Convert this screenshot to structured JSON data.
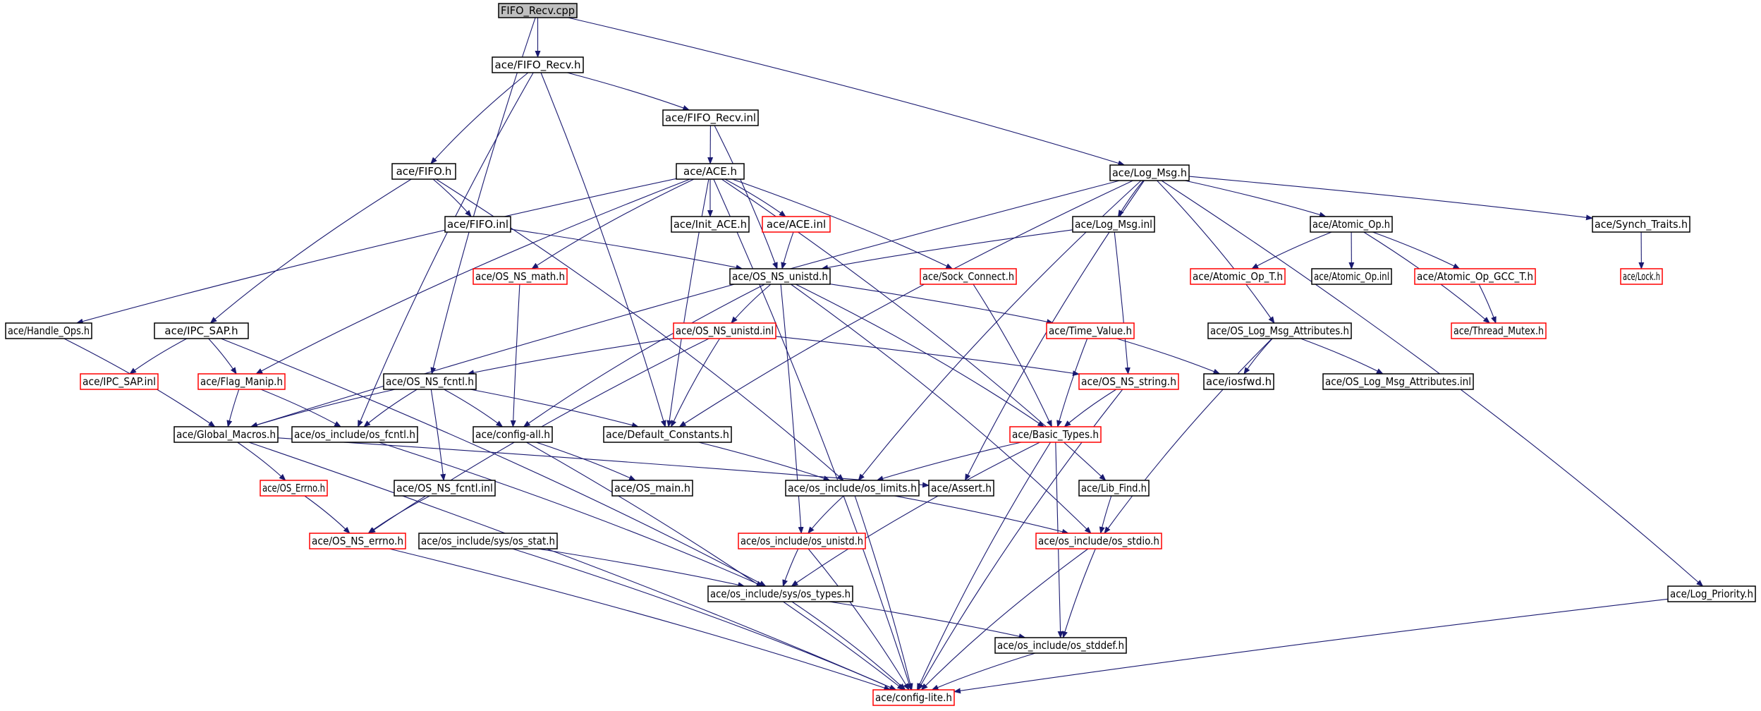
{
  "colors": {
    "root_fill": "#bfbfbf",
    "normal_border": "#000000",
    "external_border": "#ff0000",
    "edge": "#191970"
  },
  "nodes": [
    {
      "id": "n0",
      "label": "FIFO_Recv.cpp",
      "kind": "root"
    },
    {
      "id": "n1",
      "label": "ace/FIFO_Recv.h",
      "kind": "normal"
    },
    {
      "id": "n2",
      "label": "ace/FIFO_Recv.inl",
      "kind": "normal"
    },
    {
      "id": "n3",
      "label": "ace/FIFO.h",
      "kind": "normal"
    },
    {
      "id": "n4",
      "label": "ace/ACE.h",
      "kind": "normal"
    },
    {
      "id": "n5",
      "label": "ace/Log_Msg.h",
      "kind": "normal"
    },
    {
      "id": "n6",
      "label": "ace/FIFO.inl",
      "kind": "normal"
    },
    {
      "id": "n7",
      "label": "ace/Init_ACE.h",
      "kind": "normal"
    },
    {
      "id": "n8",
      "label": "ace/ACE.inl",
      "kind": "external"
    },
    {
      "id": "n9",
      "label": "ace/Log_Msg.inl",
      "kind": "normal"
    },
    {
      "id": "n10",
      "label": "ace/Atomic_Op.h",
      "kind": "normal"
    },
    {
      "id": "n11",
      "label": "ace/Synch_Traits.h",
      "kind": "normal"
    },
    {
      "id": "n12",
      "label": "ace/OS_NS_math.h",
      "kind": "external"
    },
    {
      "id": "n13",
      "label": "ace/OS_NS_unistd.h",
      "kind": "normal"
    },
    {
      "id": "n14",
      "label": "ace/Sock_Connect.h",
      "kind": "external"
    },
    {
      "id": "n15",
      "label": "ace/Atomic_Op_T.h",
      "kind": "external"
    },
    {
      "id": "n16",
      "label": "ace/Atomic_Op.inl",
      "kind": "normal"
    },
    {
      "id": "n17",
      "label": "ace/Atomic_Op_GCC_T.h",
      "kind": "external"
    },
    {
      "id": "n18",
      "label": "ace/Lock.h",
      "kind": "external"
    },
    {
      "id": "n19",
      "label": "ace/Handle_Ops.h",
      "kind": "normal"
    },
    {
      "id": "n20",
      "label": "ace/IPC_SAP.h",
      "kind": "normal"
    },
    {
      "id": "n21",
      "label": "ace/OS_NS_unistd.inl",
      "kind": "external"
    },
    {
      "id": "n22",
      "label": "ace/Time_Value.h",
      "kind": "external"
    },
    {
      "id": "n23",
      "label": "ace/OS_Log_Msg_Attributes.h",
      "kind": "normal"
    },
    {
      "id": "n24",
      "label": "ace/Thread_Mutex.h",
      "kind": "external"
    },
    {
      "id": "n25",
      "label": "ace/IPC_SAP.inl",
      "kind": "external"
    },
    {
      "id": "n26",
      "label": "ace/Flag_Manip.h",
      "kind": "external"
    },
    {
      "id": "n27",
      "label": "ace/OS_NS_fcntl.h",
      "kind": "normal"
    },
    {
      "id": "n28",
      "label": "ace/OS_NS_string.h",
      "kind": "external"
    },
    {
      "id": "n29",
      "label": "ace/iosfwd.h",
      "kind": "normal"
    },
    {
      "id": "n30",
      "label": "ace/OS_Log_Msg_Attributes.inl",
      "kind": "normal"
    },
    {
      "id": "n31",
      "label": "ace/Global_Macros.h",
      "kind": "normal"
    },
    {
      "id": "n32",
      "label": "ace/os_include/os_fcntl.h",
      "kind": "normal"
    },
    {
      "id": "n33",
      "label": "ace/config-all.h",
      "kind": "normal"
    },
    {
      "id": "n34",
      "label": "ace/Default_Constants.h",
      "kind": "normal"
    },
    {
      "id": "n35",
      "label": "ace/Basic_Types.h",
      "kind": "external"
    },
    {
      "id": "n36",
      "label": "ace/OS_Errno.h",
      "kind": "external"
    },
    {
      "id": "n37",
      "label": "ace/OS_NS_fcntl.inl",
      "kind": "normal"
    },
    {
      "id": "n38",
      "label": "ace/OS_main.h",
      "kind": "normal"
    },
    {
      "id": "n39",
      "label": "ace/os_include/os_limits.h",
      "kind": "normal"
    },
    {
      "id": "n40",
      "label": "ace/Assert.h",
      "kind": "normal"
    },
    {
      "id": "n41",
      "label": "ace/Lib_Find.h",
      "kind": "normal"
    },
    {
      "id": "n42",
      "label": "ace/OS_NS_errno.h",
      "kind": "external"
    },
    {
      "id": "n43",
      "label": "ace/os_include/sys/os_stat.h",
      "kind": "normal"
    },
    {
      "id": "n44",
      "label": "ace/os_include/os_unistd.h",
      "kind": "external"
    },
    {
      "id": "n45",
      "label": "ace/os_include/os_stdio.h",
      "kind": "external"
    },
    {
      "id": "n46",
      "label": "ace/os_include/sys/os_types.h",
      "kind": "normal"
    },
    {
      "id": "n47",
      "label": "ace/Log_Priority.h",
      "kind": "normal"
    },
    {
      "id": "n48",
      "label": "ace/os_include/os_stddef.h",
      "kind": "normal"
    },
    {
      "id": "n49",
      "label": "ace/config-lite.h",
      "kind": "external"
    }
  ],
  "edges": [
    [
      "n0",
      "n1"
    ],
    [
      "n0",
      "n5"
    ],
    [
      "n0",
      "n27"
    ],
    [
      "n1",
      "n2"
    ],
    [
      "n1",
      "n3"
    ],
    [
      "n1",
      "n32"
    ],
    [
      "n1",
      "n34"
    ],
    [
      "n2",
      "n4"
    ],
    [
      "n2",
      "n13"
    ],
    [
      "n3",
      "n6"
    ],
    [
      "n3",
      "n20"
    ],
    [
      "n3",
      "n39"
    ],
    [
      "n6",
      "n13"
    ],
    [
      "n4",
      "n7"
    ],
    [
      "n4",
      "n8"
    ],
    [
      "n4",
      "n12"
    ],
    [
      "n4",
      "n14"
    ],
    [
      "n4",
      "n19"
    ],
    [
      "n4",
      "n26"
    ],
    [
      "n4",
      "n34"
    ],
    [
      "n4",
      "n41"
    ],
    [
      "n4",
      "n49"
    ],
    [
      "n8",
      "n13"
    ],
    [
      "n5",
      "n9"
    ],
    [
      "n5",
      "n10"
    ],
    [
      "n5",
      "n11"
    ],
    [
      "n5",
      "n23"
    ],
    [
      "n5",
      "n47"
    ],
    [
      "n5",
      "n31"
    ],
    [
      "n5",
      "n34"
    ],
    [
      "n5",
      "n39"
    ],
    [
      "n5",
      "n40"
    ],
    [
      "n9",
      "n13"
    ],
    [
      "n9",
      "n28"
    ],
    [
      "n10",
      "n15"
    ],
    [
      "n10",
      "n16"
    ],
    [
      "n10",
      "n17"
    ],
    [
      "n10",
      "n24"
    ],
    [
      "n17",
      "n24"
    ],
    [
      "n11",
      "n18"
    ],
    [
      "n12",
      "n33"
    ],
    [
      "n13",
      "n21"
    ],
    [
      "n13",
      "n22"
    ],
    [
      "n13",
      "n33"
    ],
    [
      "n13",
      "n35"
    ],
    [
      "n13",
      "n44"
    ],
    [
      "n13",
      "n45"
    ],
    [
      "n14",
      "n35"
    ],
    [
      "n19",
      "n31"
    ],
    [
      "n20",
      "n25"
    ],
    [
      "n20",
      "n26"
    ],
    [
      "n20",
      "n46"
    ],
    [
      "n21",
      "n27"
    ],
    [
      "n21",
      "n28"
    ],
    [
      "n21",
      "n34"
    ],
    [
      "n21",
      "n42"
    ],
    [
      "n22",
      "n29"
    ],
    [
      "n22",
      "n35"
    ],
    [
      "n23",
      "n29"
    ],
    [
      "n23",
      "n30"
    ],
    [
      "n23",
      "n45"
    ],
    [
      "n26",
      "n31"
    ],
    [
      "n26",
      "n32"
    ],
    [
      "n27",
      "n31"
    ],
    [
      "n27",
      "n32"
    ],
    [
      "n27",
      "n33"
    ],
    [
      "n27",
      "n34"
    ],
    [
      "n27",
      "n37"
    ],
    [
      "n28",
      "n35"
    ],
    [
      "n28",
      "n49"
    ],
    [
      "n31",
      "n36"
    ],
    [
      "n31",
      "n40"
    ],
    [
      "n31",
      "n49"
    ],
    [
      "n32",
      "n46"
    ],
    [
      "n33",
      "n38"
    ],
    [
      "n33",
      "n49"
    ],
    [
      "n34",
      "n39"
    ],
    [
      "n35",
      "n39"
    ],
    [
      "n35",
      "n46"
    ],
    [
      "n35",
      "n48"
    ],
    [
      "n35",
      "n49"
    ],
    [
      "n36",
      "n42"
    ],
    [
      "n37",
      "n42"
    ],
    [
      "n39",
      "n44"
    ],
    [
      "n39",
      "n45"
    ],
    [
      "n39",
      "n49"
    ],
    [
      "n41",
      "n45"
    ],
    [
      "n42",
      "n49"
    ],
    [
      "n43",
      "n46"
    ],
    [
      "n43",
      "n49"
    ],
    [
      "n44",
      "n46"
    ],
    [
      "n44",
      "n49"
    ],
    [
      "n45",
      "n48"
    ],
    [
      "n45",
      "n49"
    ],
    [
      "n46",
      "n48"
    ],
    [
      "n46",
      "n49"
    ],
    [
      "n47",
      "n49"
    ],
    [
      "n48",
      "n49"
    ]
  ]
}
